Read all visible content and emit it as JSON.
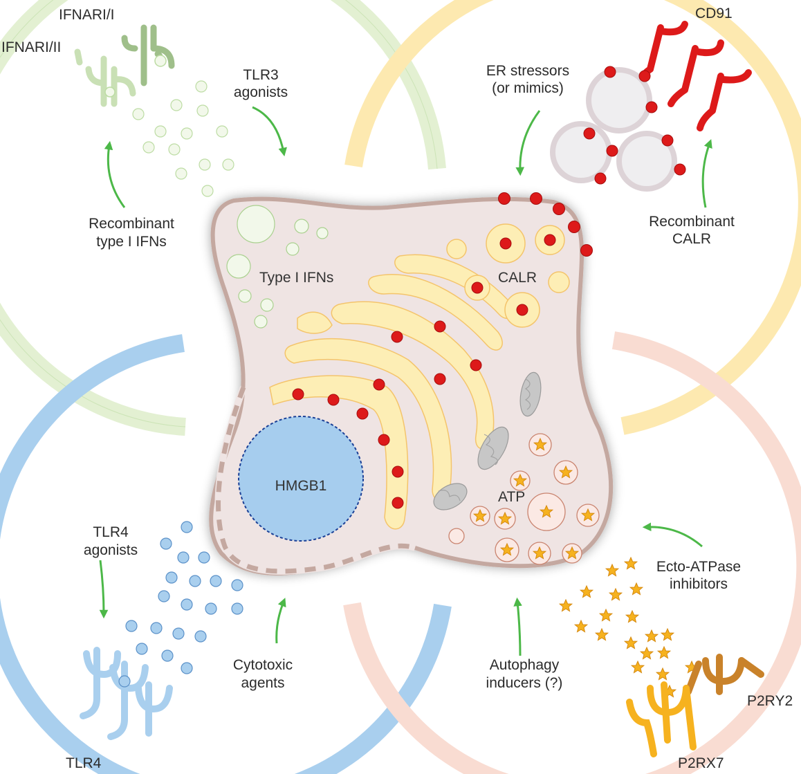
{
  "labels": {
    "ifnar_i": "IFNARI/I",
    "ifnar_ii": "IFNARI/II",
    "tlr3_line1": "TLR3",
    "tlr3_line2": "agonists",
    "er_line1": "ER stressors",
    "er_line2": "(or mimics)",
    "cd91": "CD91",
    "rec_ifn_line1": "Recombinant",
    "rec_ifn_line2": "type I IFNs",
    "rec_calr_line1": "Recombinant",
    "rec_calr_line2": "CALR",
    "type1_ifns": "Type I IFNs",
    "calr": "CALR",
    "hmgb1": "HMGB1",
    "atp": "ATP",
    "tlr4_ag_line1": "TLR4",
    "tlr4_ag_line2": "agonists",
    "cytotoxic_line1": "Cytotoxic",
    "cytotoxic_line2": "agents",
    "autophagy_line1": "Autophagy",
    "autophagy_line2": "inducers (?)",
    "ecto_line1": "Ecto-ATPase",
    "ecto_line2": "inhibitors",
    "tlr4": "TLR4",
    "p2rx7": "P2RX7",
    "p2ry2": "P2RY2"
  },
  "colors": {
    "green_ring": "#e3f0d2",
    "green_stroke": "#a9d08e",
    "yellow_ring": "#fde9b0",
    "blue_ring": "#a9cfee",
    "pink_ring": "#f9dcd2",
    "cell_fill": "#efe4e3",
    "cell_border": "#c4a8a0",
    "er_fill": "#fdeeb5",
    "calr_red": "#dd1a1a",
    "nucleus": "#a6cdee",
    "atp_star": "#f6b21f",
    "arrow_green": "#4cb848",
    "mito": "#bdbdbd"
  }
}
